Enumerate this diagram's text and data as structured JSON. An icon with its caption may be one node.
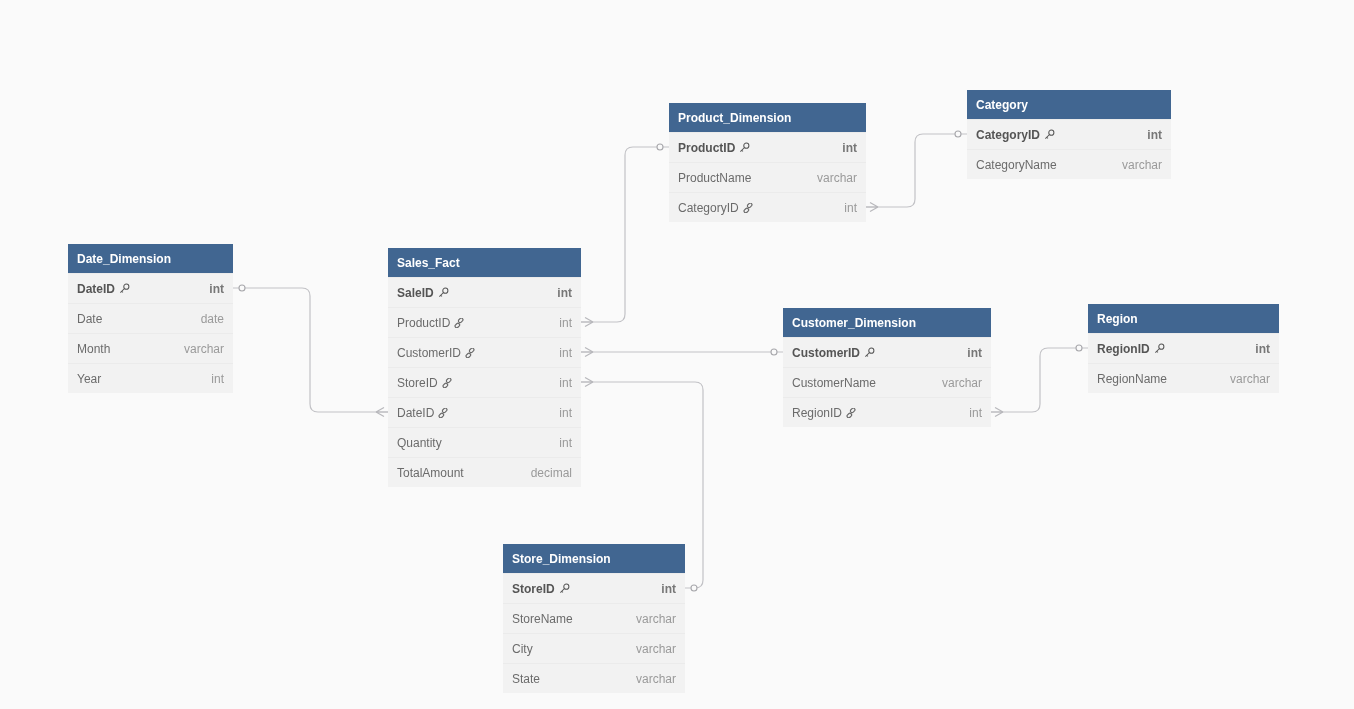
{
  "diagram": {
    "nodes": [
      {
        "text": [
          "Product_Dimension"
        ]
      },
      {
        "text": [
          "ProductID",
          "int"
        ],
        "in": 0
      },
      {
        "text": [
          "ProductName",
          "varchar"
        ],
        "in": 0
      },
      {
        "text": [
          "CategoryID",
          "int"
        ],
        "in": 0
      },
      {
        "text": [
          "Category"
        ]
      },
      {
        "text": [
          "CategoryID",
          "int"
        ],
        "in": 4
      },
      {
        "text": [
          "CategoryName",
          "varchar"
        ],
        "in": 4
      },
      {
        "text": [
          "Date_Dimension"
        ]
      },
      {
        "text": [
          "DateID",
          "int"
        ],
        "in": 7
      },
      {
        "text": [
          "Date",
          "date"
        ],
        "in": 7
      },
      {
        "text": [
          "Month",
          "varchar"
        ],
        "in": 7
      },
      {
        "text": [
          "Year",
          "int"
        ],
        "in": 7
      },
      {
        "text": [
          "Sales_Fact"
        ]
      },
      {
        "text": [
          "SaleID",
          "int"
        ],
        "in": 12
      },
      {
        "text": [
          "ProductID",
          "int"
        ],
        "in": 12
      },
      {
        "text": [
          "CustomerID",
          "int"
        ],
        "in": 12
      },
      {
        "text": [
          "StoreID",
          "int"
        ],
        "in": 12
      },
      {
        "text": [
          "DateID",
          "int"
        ],
        "in": 12
      },
      {
        "text": [
          "Quantity",
          "int"
        ],
        "in": 12
      },
      {
        "text": [
          "TotalAmount",
          "decimal"
        ],
        "in": 12
      },
      {
        "text": [
          "Customer_Dimension"
        ]
      },
      {
        "text": [
          "CustomerID",
          "int"
        ],
        "in": 20
      },
      {
        "text": [
          "CustomerName",
          "varchar"
        ],
        "in": 20
      },
      {
        "text": [
          "RegionID",
          "int"
        ],
        "in": 20
      },
      {
        "text": [
          "Region"
        ]
      },
      {
        "text": [
          "RegionID",
          "int"
        ],
        "in": 24
      },
      {
        "text": [
          "RegionName",
          "varchar"
        ],
        "in": 24
      },
      {
        "text": [
          "Store_Dimension"
        ]
      },
      {
        "text": [
          "StoreID",
          "int"
        ],
        "in": 27
      },
      {
        "text": [
          "StoreName",
          "varchar"
        ],
        "in": 27
      },
      {
        "text": [
          "City",
          "varchar"
        ],
        "in": 27
      },
      {
        "text": [
          "State",
          "varchar"
        ],
        "in": 27
      }
    ],
    "edges": [
      {
        "from": 14,
        "to": 1,
        "arrow": "other"
      },
      {
        "from": 3,
        "to": 5,
        "arrow": "other"
      },
      {
        "from": 15,
        "to": 21,
        "arrow": "other"
      },
      {
        "from": 16,
        "to": 28,
        "arrow": "other"
      },
      {
        "from": 17,
        "to": 8,
        "arrow": "other"
      },
      {
        "from": 23,
        "to": 25,
        "arrow": "other"
      }
    ]
  }
}
